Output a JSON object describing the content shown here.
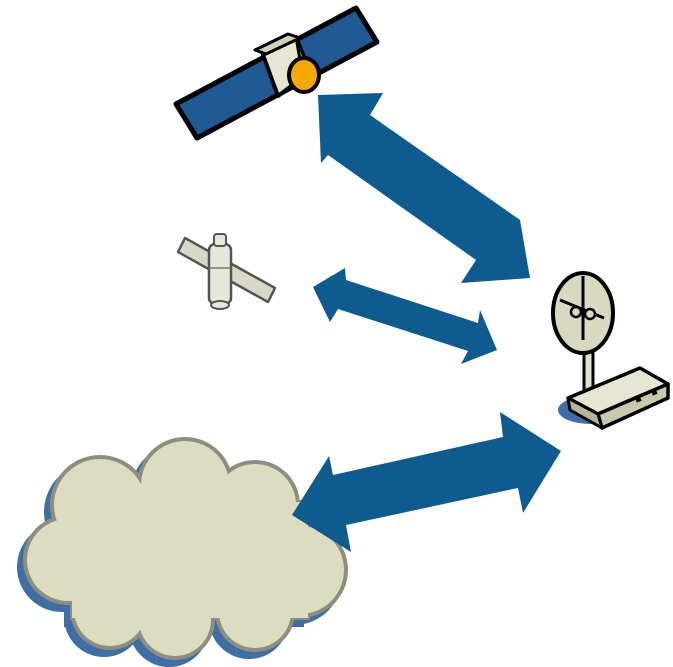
{
  "diagram": {
    "nodes": [
      {
        "id": "geo-satellite",
        "kind": "satellite",
        "icon": "geostationary-satellite-icon"
      },
      {
        "id": "leo-satellite",
        "kind": "satellite",
        "icon": "small-satellite-icon"
      },
      {
        "id": "ground-station",
        "kind": "dish-with-receiver",
        "icon": "satellite-dish-icon"
      },
      {
        "id": "network-cloud",
        "kind": "cloud",
        "icon": "cloud-icon"
      }
    ],
    "links": [
      {
        "from": "geo-satellite",
        "to": "ground-station",
        "direction": "bidirectional"
      },
      {
        "from": "leo-satellite",
        "to": "ground-station",
        "direction": "bidirectional"
      },
      {
        "from": "network-cloud",
        "to": "ground-station",
        "direction": "bidirectional"
      }
    ],
    "colors": {
      "arrow": "#0d5b8f",
      "panel": "#1f5a94",
      "body": "#d9d9bf",
      "outline": "#000000",
      "cloud_fill": "#dcdcc0",
      "cloud_edge": "#8e8e80",
      "shadow": "#3d6fa6",
      "accent": "#f5a800"
    }
  }
}
